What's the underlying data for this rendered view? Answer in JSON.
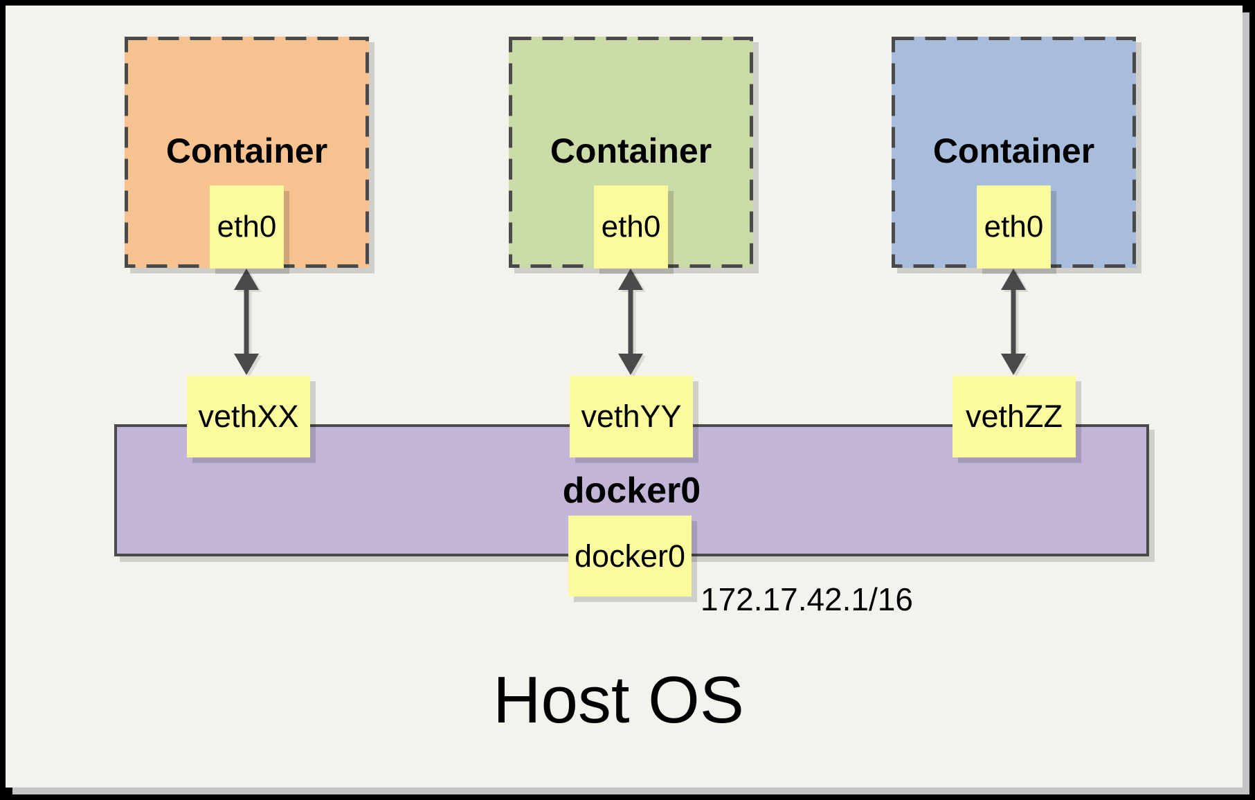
{
  "page": {
    "containers": [
      {
        "title": "Container",
        "eth_label": "eth0",
        "veth_label": "vethXX",
        "fill": "#F6C28F"
      },
      {
        "title": "Container",
        "eth_label": "eth0",
        "veth_label": "vethYY",
        "fill": "#CBDBA7"
      },
      {
        "title": "Container",
        "eth_label": "eth0",
        "veth_label": "vethZZ",
        "fill": "#A8BDDB"
      }
    ],
    "bridge": {
      "name": "docker0",
      "port_label": "docker0",
      "ip": "172.17.42.1/16",
      "fill": "#C2B5D8"
    },
    "host_label": "Host OS",
    "colors": {
      "note_yellow": "#FBFB9E",
      "line_dark": "#4A4A4A",
      "page_bg": "#F4F2ED"
    }
  }
}
